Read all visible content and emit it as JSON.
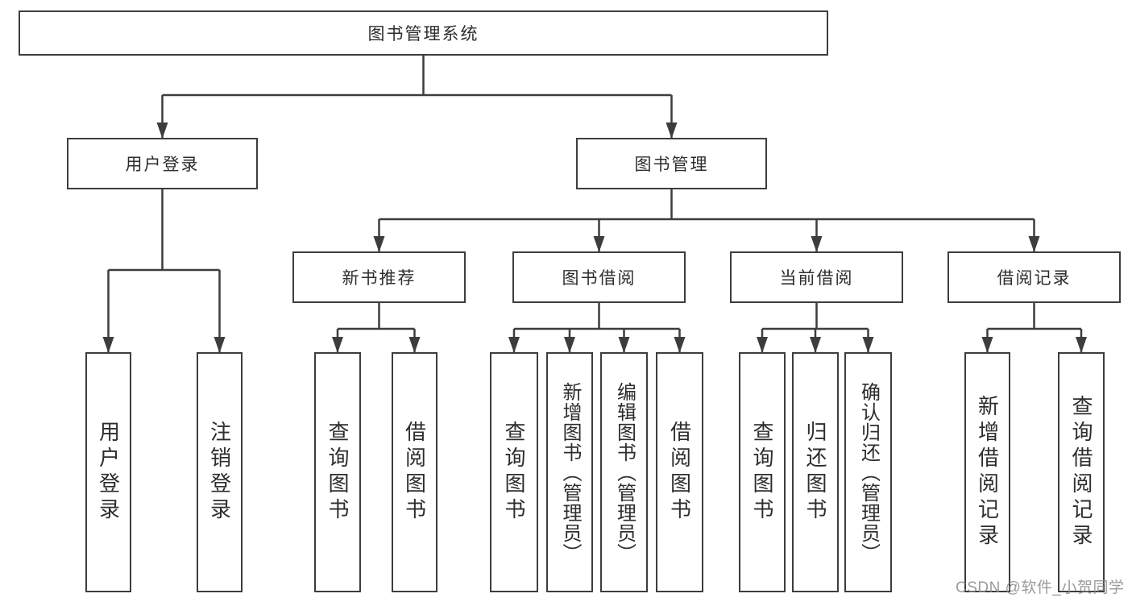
{
  "diagram": {
    "title": "图书管理系统",
    "level2": {
      "user_login": "用户登录",
      "book_mgmt": "图书管理"
    },
    "level3": {
      "new_book": "新书推荐",
      "book_borrow": "图书借阅",
      "current_borrow": "当前借阅",
      "borrow_records": "借阅记录"
    },
    "leaves": {
      "user_login": "用户登录",
      "logout": "注销登录",
      "newbook_query": "查询图书",
      "newbook_borrow": "借阅图书",
      "borrow_query": "查询图书",
      "borrow_add": "新增图书（管理员）",
      "borrow_edit": "编辑图书（管理员）",
      "borrow_lend": "借阅图书",
      "current_query": "查询图书",
      "current_return": "归还图书",
      "current_confirm": "确认归还（管理员）",
      "records_add": "新增借阅记录",
      "records_query": "查询借阅记录"
    }
  },
  "watermark": "CSDN @软件_小贺同学",
  "colors": {
    "line": "#3d3d3d",
    "text": "#2d2d2d",
    "background": "#ffffff",
    "watermark": "#8a8a8a"
  }
}
